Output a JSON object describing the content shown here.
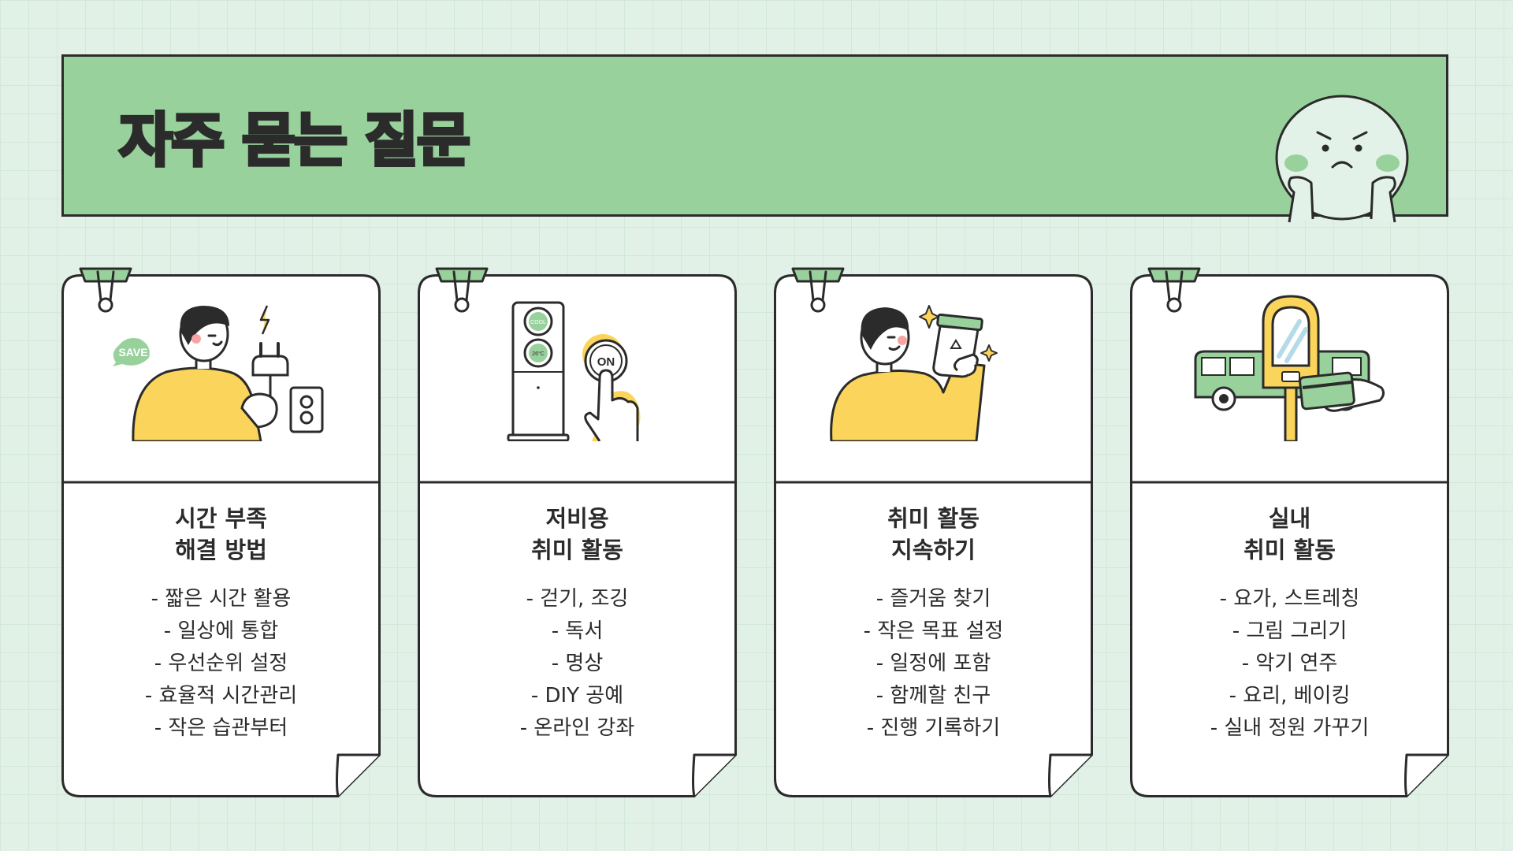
{
  "header": {
    "title": "자주 묻는 질문"
  },
  "cards": [
    {
      "title_line1": "시간 부족",
      "title_line2": "해결 방법",
      "items": [
        "- 짧은 시간 활용",
        "- 일상에 통합",
        "- 우선순위 설정",
        "- 효율적 시간관리",
        "- 작은 습관부터"
      ],
      "illustration": {
        "icon": "person-plug-icon",
        "bubble_text": "SAVE"
      }
    },
    {
      "title_line1": "저비용",
      "title_line2": "취미 활동",
      "items": [
        "- 걷기, 조깅",
        "- 독서",
        "- 명상",
        "- DIY 공예",
        "- 온라인 강좌"
      ],
      "illustration": {
        "icon": "air-conditioner-icon",
        "mode_text": "COOL",
        "temp_text": "26°C",
        "button_text": "ON"
      }
    },
    {
      "title_line1": "취미 활동",
      "title_line2": "지속하기",
      "items": [
        "- 즐거움 찾기",
        "- 작은 목표 설정",
        "- 일정에 포함",
        "- 함께할 친구",
        "- 진행 기록하기"
      ],
      "illustration": {
        "icon": "person-cup-icon"
      }
    },
    {
      "title_line1": "실내",
      "title_line2": "취미 활동",
      "items": [
        "- 요가, 스트레칭",
        "- 그림 그리기",
        "- 악기 연주",
        "- 요리, 베이킹",
        "- 실내 정원 가꾸기"
      ],
      "illustration": {
        "icon": "bus-card-icon"
      }
    }
  ],
  "colors": {
    "background": "#e2f1e7",
    "banner": "#98d19b",
    "accent_yellow": "#fbd55b",
    "outline": "#2b2b2b"
  }
}
